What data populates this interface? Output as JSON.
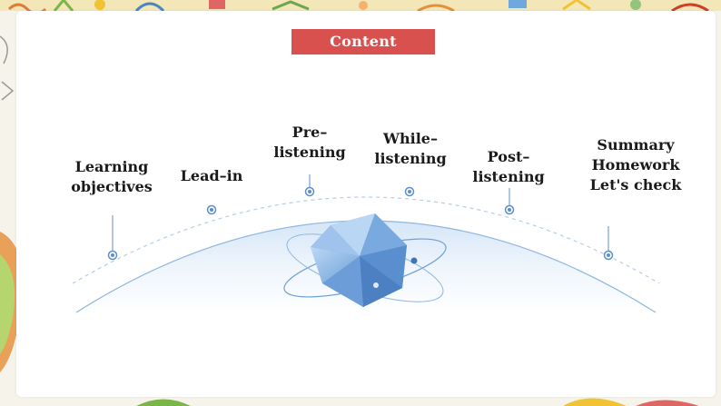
{
  "slide": {
    "banner_text": "Content",
    "banner_color": "#d9514e",
    "accent_color": "#5b8fc9"
  },
  "stages": [
    {
      "lines": [
        "Learning",
        "objectives"
      ]
    },
    {
      "lines": [
        "Lead–in"
      ]
    },
    {
      "lines": [
        "Pre–",
        "listening"
      ]
    },
    {
      "lines": [
        "While–",
        "listening"
      ]
    },
    {
      "lines": [
        "Post–",
        "listening"
      ]
    },
    {
      "lines": [
        "Summary",
        "Homework",
        "Let's check"
      ]
    }
  ],
  "icons": {
    "center": "icosahedron-atom-icon",
    "stage_marker": "dot-marker-icon"
  }
}
